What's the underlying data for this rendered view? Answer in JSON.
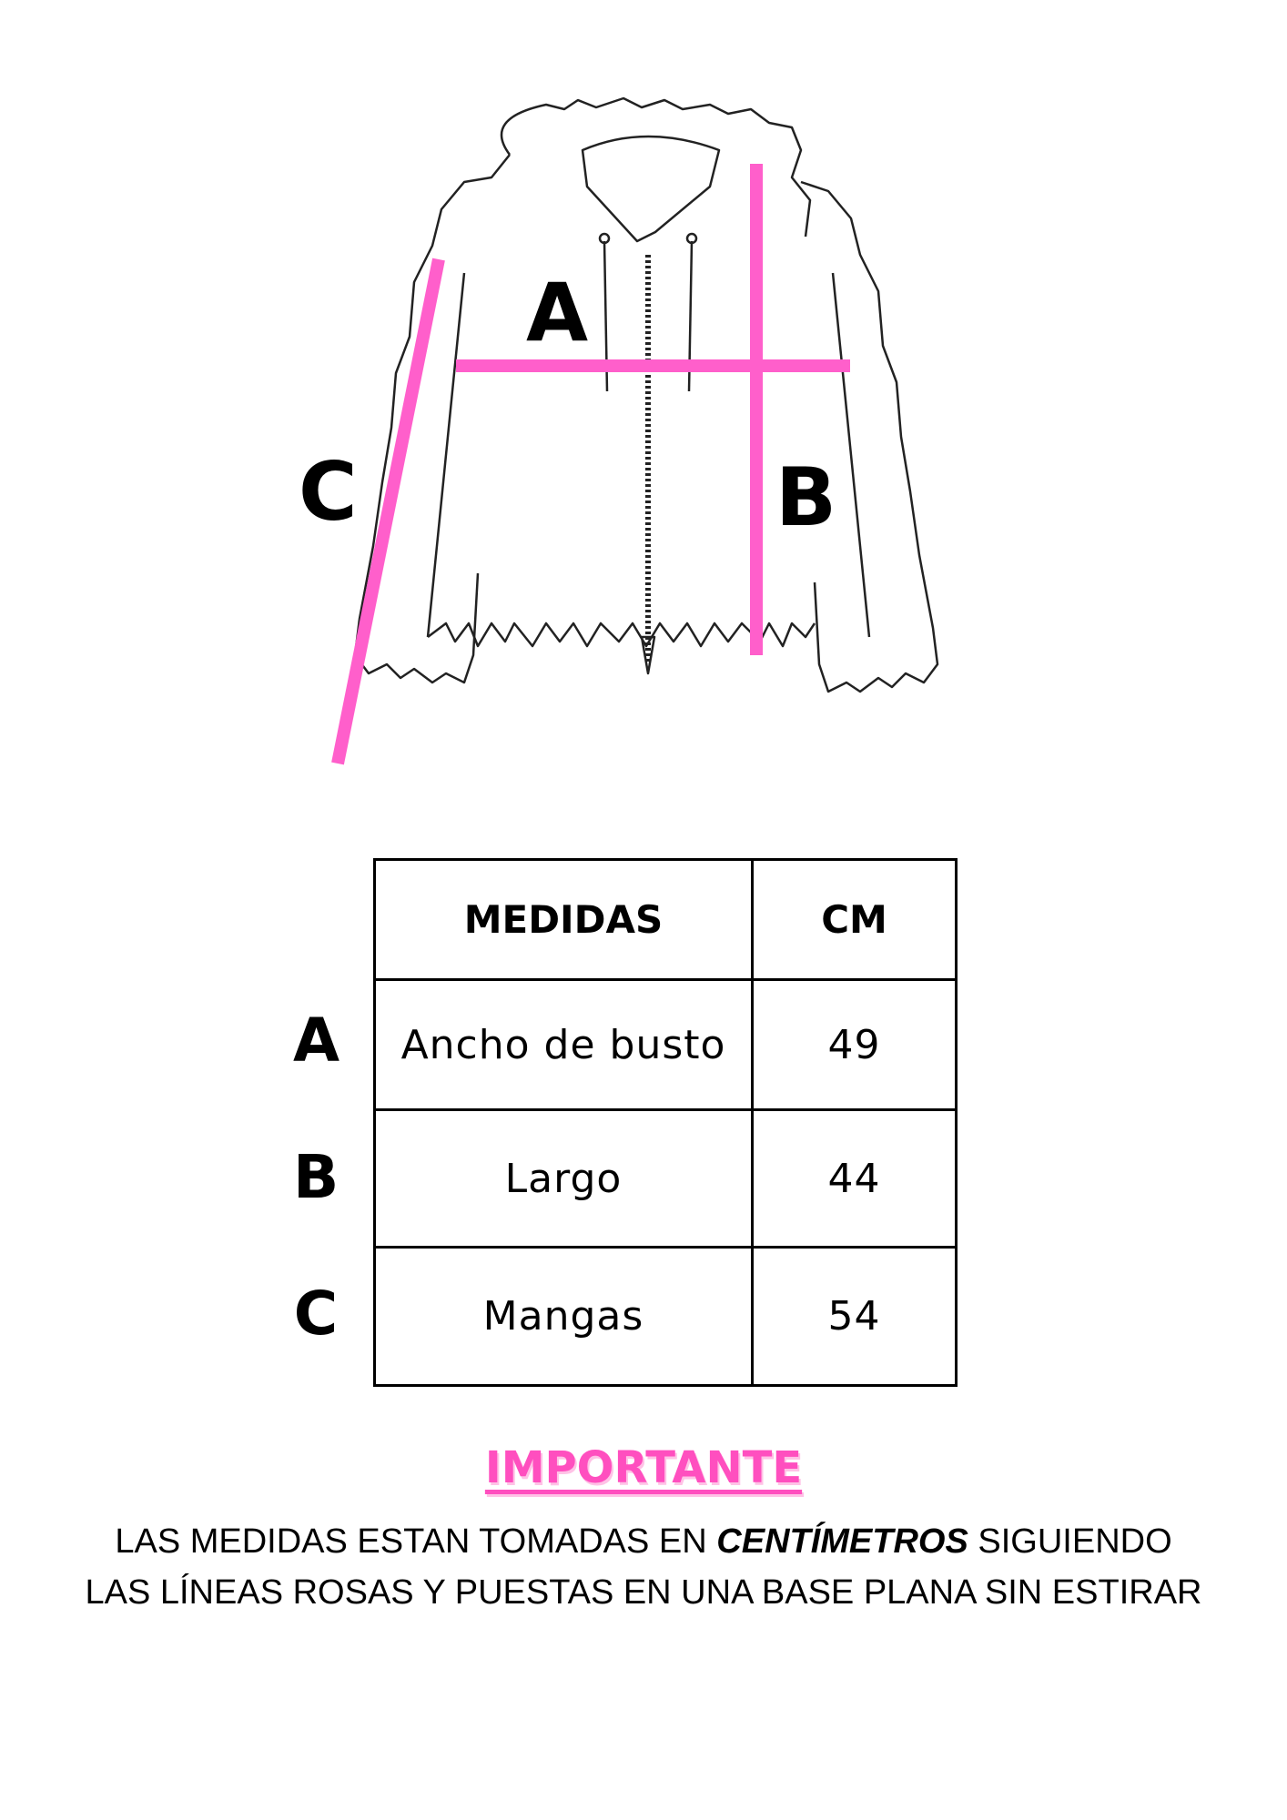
{
  "diagram": {
    "labels": {
      "a": "A",
      "b": "B",
      "c": "C"
    },
    "accent_color": "#ff5fcb"
  },
  "table": {
    "headers": [
      "MEDIDAS",
      "CM"
    ],
    "rows": [
      {
        "key": "A",
        "name": "Ancho de busto",
        "value": "49"
      },
      {
        "key": "B",
        "name": "Largo",
        "value": "44"
      },
      {
        "key": "C",
        "name": "Mangas",
        "value": "54"
      }
    ]
  },
  "note": {
    "title": "IMPORTANTE",
    "line1_pre": "LAS MEDIDAS ESTAN TOMADAS EN ",
    "line1_em": "CENTÍMETROS",
    "line1_post": " SIGUIENDO",
    "line2": "LAS LÍNEAS ROSAS Y PUESTAS EN UNA BASE PLANA SIN ESTIRAR"
  }
}
